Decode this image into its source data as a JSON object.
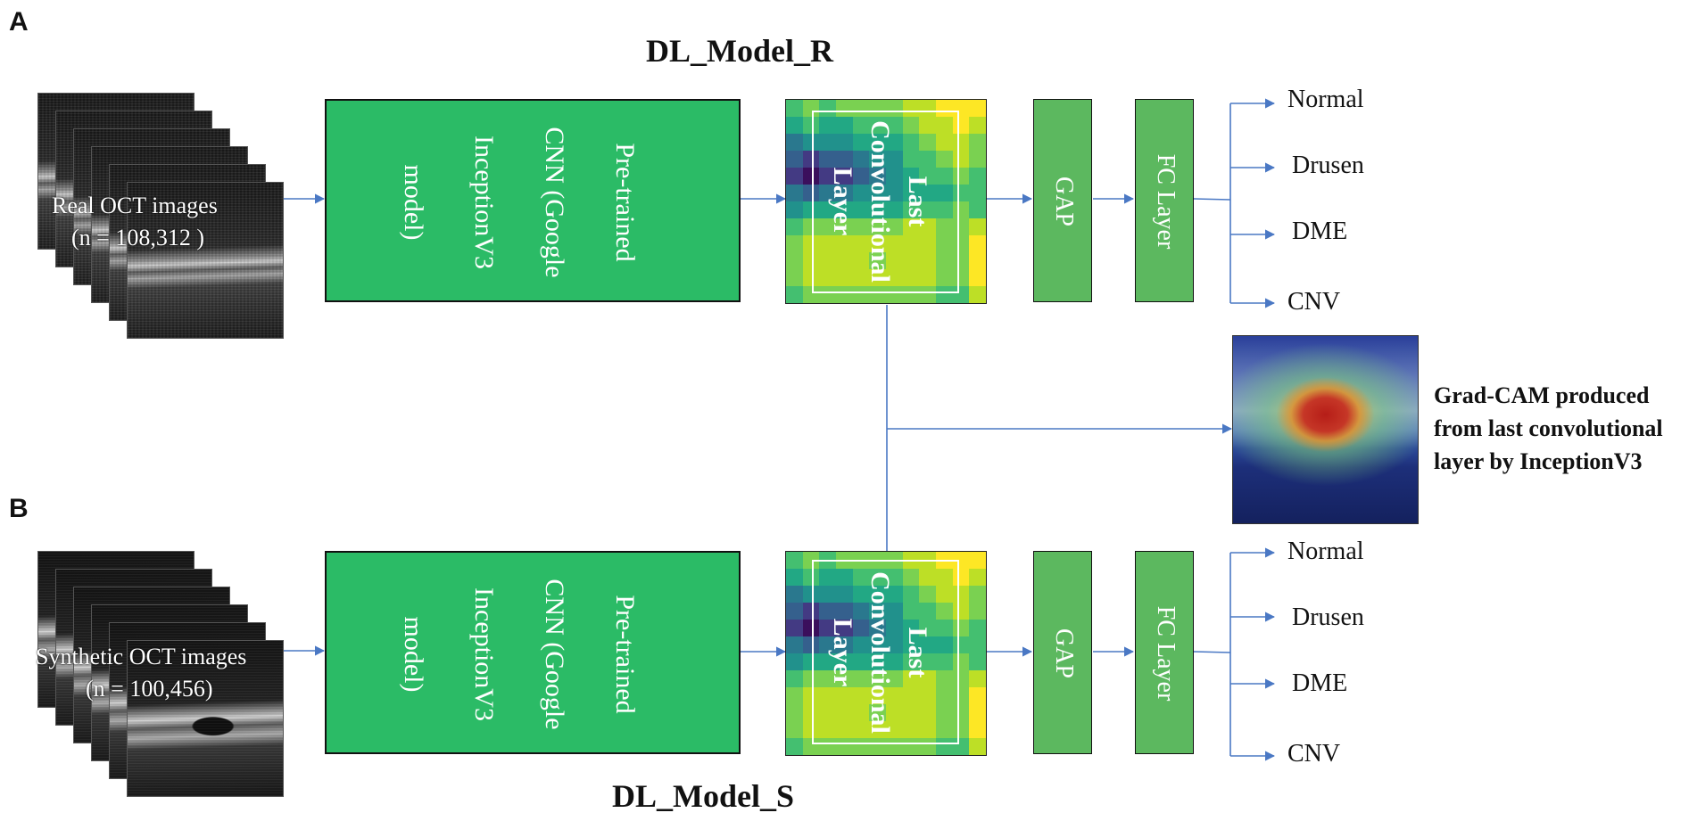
{
  "panels": {
    "a": "A",
    "b": "B"
  },
  "model_r": {
    "title": "DL_Model_R",
    "input": {
      "line1": "Real OCT images",
      "line2": "(n = 108,312 )"
    },
    "cnn": {
      "line1": "Pre-trained",
      "line2": "CNN (Google",
      "line3": "InceptionV3",
      "line4": "model)"
    },
    "conv": {
      "line1": "Last",
      "line2": "Convolutional",
      "line3": "Layer"
    },
    "gap": "GAP",
    "fc": "FC Layer",
    "outputs": [
      "Normal",
      "Drusen",
      "DME",
      "CNV"
    ]
  },
  "model_s": {
    "title": "DL_Model_S",
    "input": {
      "line1": "Synthetic OCT images",
      "line2": "(n = 100,456)"
    },
    "cnn": {
      "line1": "Pre-trained",
      "line2": "CNN (Google",
      "line3": "InceptionV3",
      "line4": "model)"
    },
    "conv": {
      "line1": "Last",
      "line2": "Convolutional",
      "line3": "Layer"
    },
    "gap": "GAP",
    "fc": "FC Layer",
    "outputs": [
      "Normal",
      "Drusen",
      "DME",
      "CNV"
    ]
  },
  "gradcam": {
    "line1": "Grad-CAM produced",
    "line2": "from last convolutional",
    "line3": "layer by InceptionV3"
  },
  "colors": {
    "cnn_fill": "#2bbb66",
    "small_box_fill": "#5cb85f",
    "arrow": "#4a78c4",
    "heatmap_palette": [
      "#3b0f5c",
      "#433a83",
      "#35608d",
      "#2a788e",
      "#21918c",
      "#22a884",
      "#44bf70",
      "#7ad151",
      "#bddf26",
      "#fde725"
    ]
  }
}
